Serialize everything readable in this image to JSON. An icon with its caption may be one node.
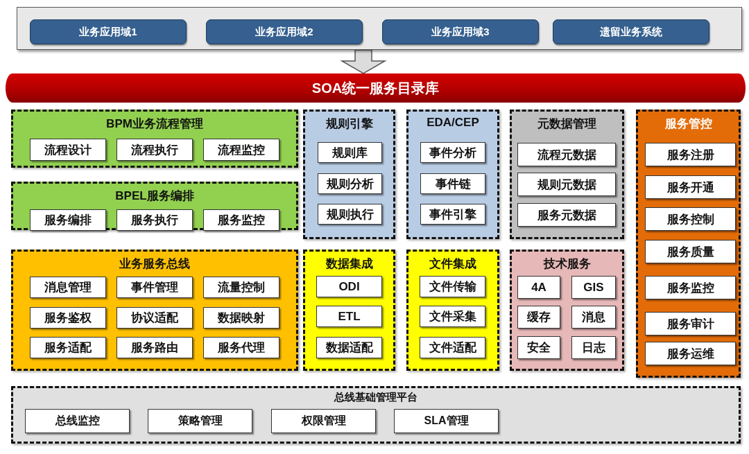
{
  "diagram": {
    "nodes": [
      {
        "text": [],
        "shape": "box"
      },
      {
        "text": [
          "业务应用域1"
        ],
        "in": 0
      },
      {
        "text": [
          "业务应用域2"
        ],
        "in": 0
      },
      {
        "text": [
          "业务应用域3"
        ],
        "in": 0
      },
      {
        "text": [
          "遗留业务系统"
        ],
        "in": 0
      },
      {
        "text": [
          "SOA统一服务目录库"
        ]
      },
      {
        "text": [
          "BPM业务流程管理"
        ]
      },
      {
        "text": [
          "流程设计"
        ],
        "in": 6
      },
      {
        "text": [
          "流程执行"
        ],
        "in": 6
      },
      {
        "text": [
          "流程监控"
        ],
        "in": 6
      },
      {
        "text": [
          "BPEL服务编排"
        ]
      },
      {
        "text": [
          "服务编排"
        ],
        "in": 10
      },
      {
        "text": [
          "服务执行"
        ],
        "in": 10
      },
      {
        "text": [
          "服务监控"
        ],
        "in": 10
      },
      {
        "text": [
          "规则引擎"
        ]
      },
      {
        "text": [
          "规则库"
        ],
        "in": 14
      },
      {
        "text": [
          "规则分析"
        ],
        "in": 14
      },
      {
        "text": [
          "规则执行"
        ],
        "in": 14
      },
      {
        "text": [
          "EDA/CEP"
        ]
      },
      {
        "text": [
          "事件分析"
        ],
        "in": 18
      },
      {
        "text": [
          "事件链"
        ],
        "in": 18
      },
      {
        "text": [
          "事件引擎"
        ],
        "in": 18
      },
      {
        "text": [
          "元数据管理"
        ]
      },
      {
        "text": [
          "流程元数据"
        ],
        "in": 22
      },
      {
        "text": [
          "规则元数据"
        ],
        "in": 22
      },
      {
        "text": [
          "服务元数据"
        ],
        "in": 22
      },
      {
        "text": [
          "服务管控"
        ]
      },
      {
        "text": [
          "服务注册"
        ],
        "in": 26
      },
      {
        "text": [
          "服务开通"
        ],
        "in": 26
      },
      {
        "text": [
          "服务控制"
        ],
        "in": 26
      },
      {
        "text": [
          "服务质量"
        ],
        "in": 26
      },
      {
        "text": [
          "服务监控"
        ],
        "in": 26
      },
      {
        "text": [
          "服务审计"
        ],
        "in": 26
      },
      {
        "text": [
          "服务运维"
        ],
        "in": 26
      },
      {
        "text": [
          "业务服务总线"
        ]
      },
      {
        "text": [
          "消息管理"
        ],
        "in": 34
      },
      {
        "text": [
          "事件管理"
        ],
        "in": 34
      },
      {
        "text": [
          "流量控制"
        ],
        "in": 34
      },
      {
        "text": [
          "服务鉴权"
        ],
        "in": 34
      },
      {
        "text": [
          "协议适配"
        ],
        "in": 34
      },
      {
        "text": [
          "数据映射"
        ],
        "in": 34
      },
      {
        "text": [
          "服务适配"
        ],
        "in": 34
      },
      {
        "text": [
          "服务路由"
        ],
        "in": 34
      },
      {
        "text": [
          "服务代理"
        ],
        "in": 34
      },
      {
        "text": [
          "数据集成"
        ]
      },
      {
        "text": [
          "ODI"
        ],
        "in": 44
      },
      {
        "text": [
          "ETL"
        ],
        "in": 44
      },
      {
        "text": [
          "数据适配"
        ],
        "in": 44
      },
      {
        "text": [
          "文件集成"
        ]
      },
      {
        "text": [
          "文件传输"
        ],
        "in": 48
      },
      {
        "text": [
          "文件采集"
        ],
        "in": 48
      },
      {
        "text": [
          "文件适配"
        ],
        "in": 48
      },
      {
        "text": [
          "技术服务"
        ]
      },
      {
        "text": [
          "4A"
        ],
        "in": 52
      },
      {
        "text": [
          "GIS"
        ],
        "in": 52
      },
      {
        "text": [
          "缓存"
        ],
        "in": 52
      },
      {
        "text": [
          "消息"
        ],
        "in": 52
      },
      {
        "text": [
          "安全"
        ],
        "in": 52
      },
      {
        "text": [
          "日志"
        ],
        "in": 52
      },
      {
        "text": [
          "总线基础管理平台"
        ]
      },
      {
        "text": [
          "总线监控"
        ],
        "in": 59
      },
      {
        "text": [
          "策略管理"
        ],
        "in": 59
      },
      {
        "text": [
          "权限管理"
        ],
        "in": 59
      },
      {
        "text": [
          "SLA管理"
        ],
        "in": 59
      }
    ],
    "edges": [
      {
        "from": 0,
        "to": 5,
        "arrow": "to"
      }
    ]
  }
}
